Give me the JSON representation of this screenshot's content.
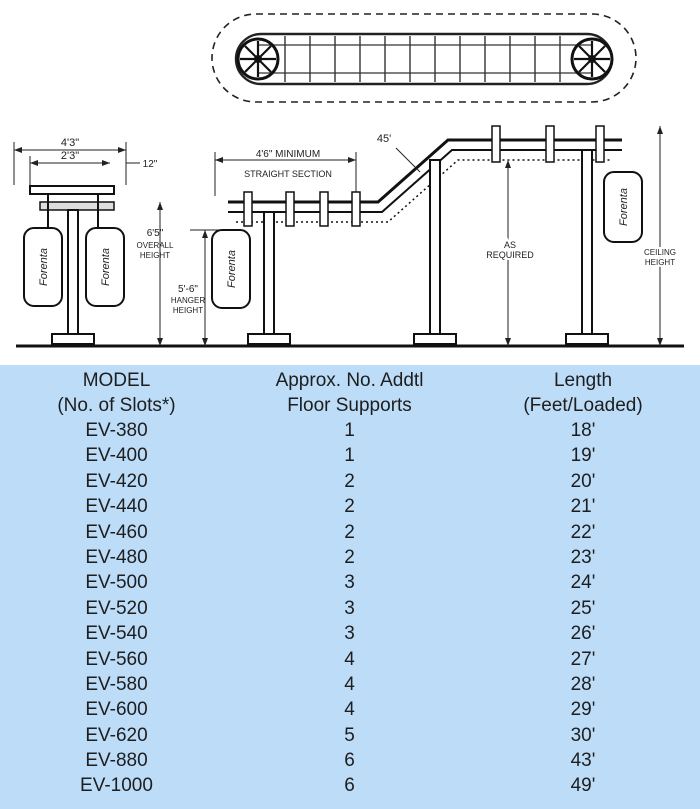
{
  "diagram": {
    "dim_width_total": "4'3\"",
    "dim_width_inner": "2'3\"",
    "dim_offset": "12\"",
    "dim_min_straight": "4'6\"  MINIMUM",
    "dim_min_straight_2": "STRAIGHT  SECTION",
    "dim_overall_height_1": "6'5\"",
    "dim_overall_height_2": "OVERALL",
    "dim_overall_height_3": "HEIGHT",
    "dim_hanger_height_1": "5'-6\"",
    "dim_hanger_height_2": "HANGER",
    "dim_hanger_height_3": "HEIGHT",
    "dim_angle": "45'",
    "dim_as_required_1": "AS",
    "dim_as_required_2": "REQUIRED",
    "dim_ceiling_1": "CEILING",
    "dim_ceiling_2": "HEIGHT",
    "bag_brand": "Forenta"
  },
  "table": {
    "headers": [
      [
        "MODEL",
        "(No. of Slots*)"
      ],
      [
        "Approx. No. Addtl",
        "Floor Supports"
      ],
      [
        "Length",
        "(Feet/Loaded)"
      ]
    ],
    "rows": [
      [
        "EV-380",
        "1",
        "18'"
      ],
      [
        "EV-400",
        "1",
        "19'"
      ],
      [
        "EV-420",
        "2",
        "20'"
      ],
      [
        "EV-440",
        "2",
        "21'"
      ],
      [
        "EV-460",
        "2",
        "22'"
      ],
      [
        "EV-480",
        "2",
        "23'"
      ],
      [
        "EV-500",
        "3",
        "24'"
      ],
      [
        "EV-520",
        "3",
        "25'"
      ],
      [
        "EV-540",
        "3",
        "26'"
      ],
      [
        "EV-560",
        "4",
        "27'"
      ],
      [
        "EV-580",
        "4",
        "28'"
      ],
      [
        "EV-600",
        "4",
        "29'"
      ],
      [
        "EV-620",
        "5",
        "30'"
      ],
      [
        "EV-880",
        "6",
        "43'"
      ],
      [
        "EV-1000",
        "6",
        "49'"
      ]
    ]
  }
}
